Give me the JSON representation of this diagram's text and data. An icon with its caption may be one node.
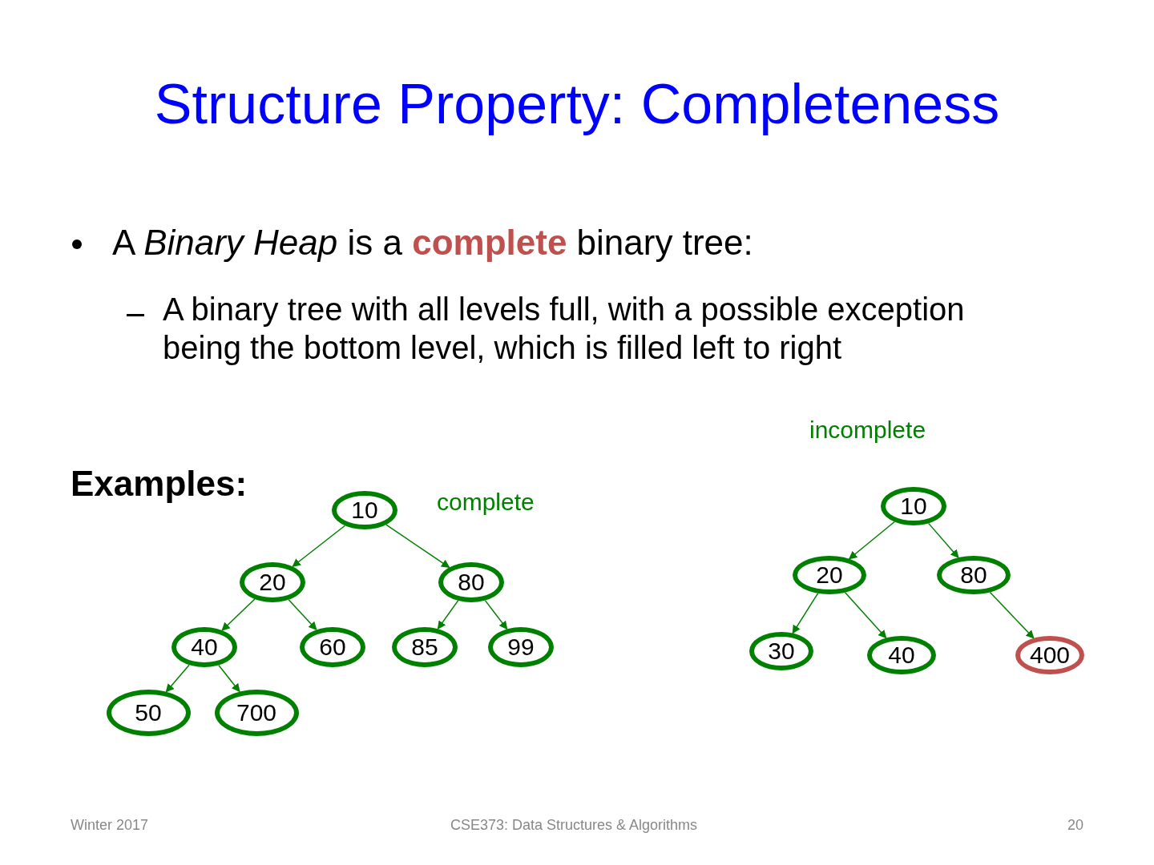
{
  "diagram": {
    "title": "Structure Property: Completeness",
    "nodes": [
      {
        "text": [
          "10"
        ]
      },
      {
        "text": [
          "20"
        ]
      },
      {
        "text": [
          "80"
        ]
      },
      {
        "text": [
          "40"
        ]
      },
      {
        "text": [
          "60"
        ]
      },
      {
        "text": [
          "85"
        ]
      },
      {
        "text": [
          "99"
        ]
      },
      {
        "text": [
          "50"
        ]
      },
      {
        "text": [
          "700"
        ]
      },
      {
        "text": [
          "10"
        ]
      },
      {
        "text": [
          "20"
        ]
      },
      {
        "text": [
          "80"
        ]
      },
      {
        "text": [
          "30"
        ]
      },
      {
        "text": [
          "40"
        ]
      },
      {
        "text": [
          "400"
        ]
      }
    ],
    "edges": [
      {
        "from": 0,
        "to": 1,
        "arrow": "to"
      },
      {
        "from": 0,
        "to": 2,
        "arrow": "to"
      },
      {
        "from": 1,
        "to": 3,
        "arrow": "to"
      },
      {
        "from": 1,
        "to": 4,
        "arrow": "to"
      },
      {
        "from": 2,
        "to": 5,
        "arrow": "to"
      },
      {
        "from": 2,
        "to": 6,
        "arrow": "to"
      },
      {
        "from": 3,
        "to": 7,
        "arrow": "to"
      },
      {
        "from": 3,
        "to": 8,
        "arrow": "to"
      },
      {
        "from": 9,
        "to": 10,
        "arrow": "to"
      },
      {
        "from": 9,
        "to": 11,
        "arrow": "to"
      },
      {
        "from": 10,
        "to": 12,
        "arrow": "to"
      },
      {
        "from": 10,
        "to": 13,
        "arrow": "to"
      },
      {
        "from": 11,
        "to": 14,
        "arrow": "to"
      }
    ],
    "labels": [
      "A *Binary Heap* is a **complete** binary tree:",
      "A binary tree with all levels full, with a possible exception being the bottom level, which is filled left to right",
      "incomplete",
      "Examples:",
      "complete",
      "Winter 2017",
      "CSE373: Data Structures & Algorithms",
      "20"
    ]
  }
}
